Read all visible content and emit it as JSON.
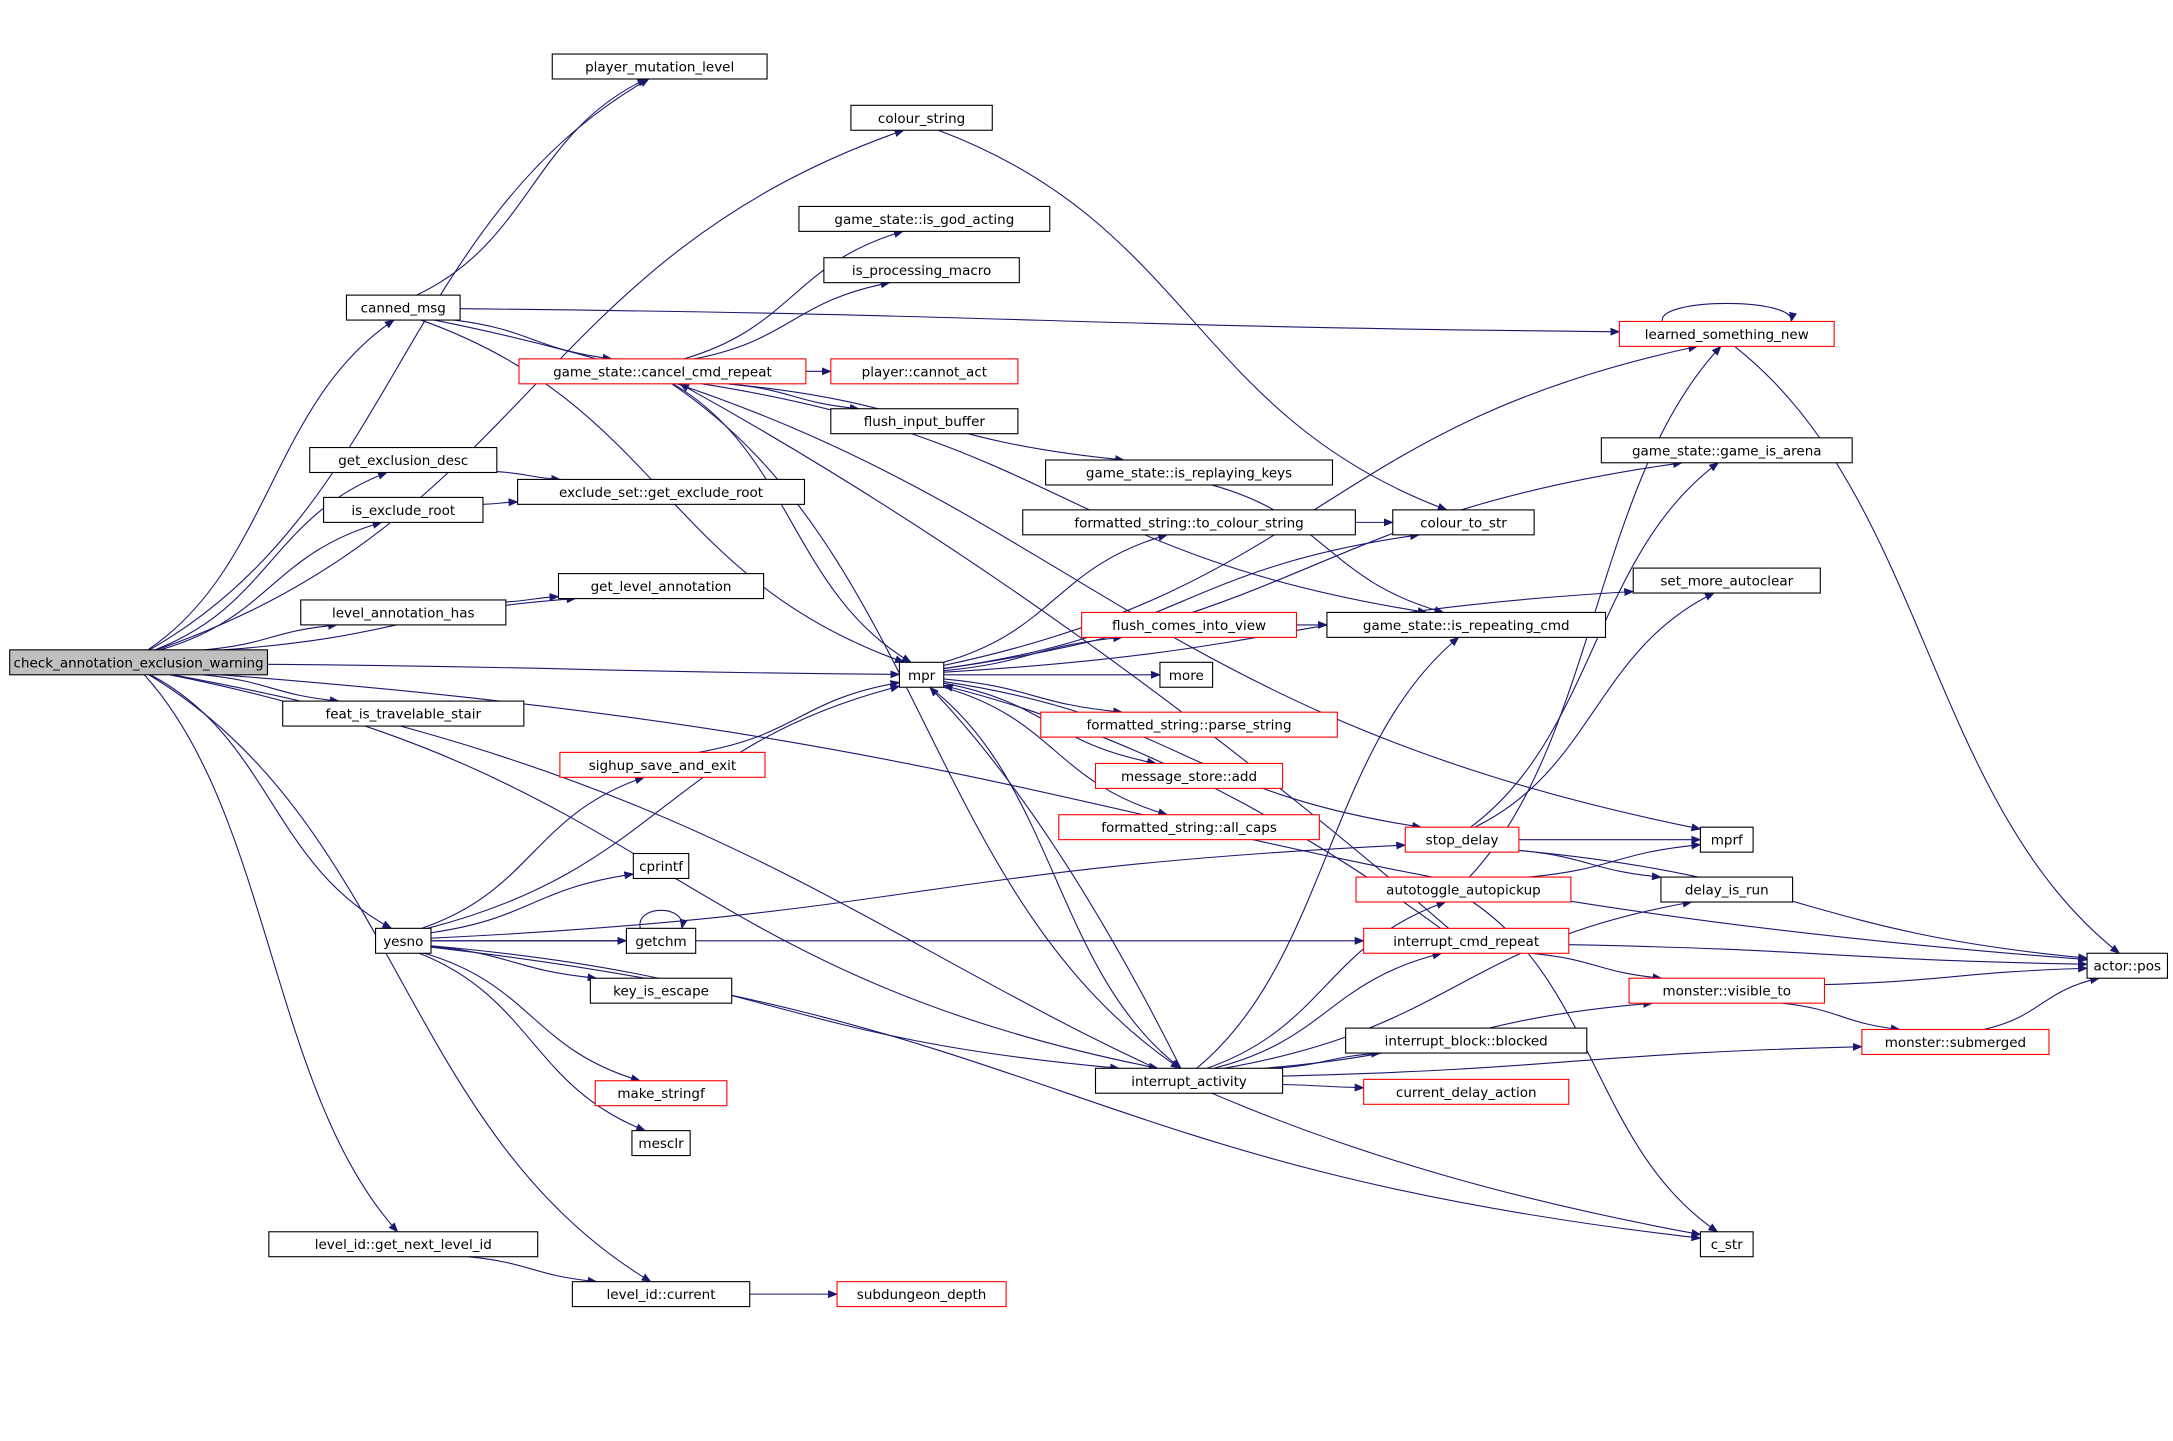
{
  "nodes": {
    "root": {
      "label": "check_annotation_exclusion_warning",
      "kind": "root"
    },
    "player_mutation_level": {
      "label": "player_mutation_level",
      "kind": "normal"
    },
    "colour_string": {
      "label": "colour_string",
      "kind": "normal"
    },
    "is_god_acting": {
      "label": "game_state::is_god_acting",
      "kind": "normal"
    },
    "is_processing_macro": {
      "label": "is_processing_macro",
      "kind": "normal"
    },
    "canned_msg": {
      "label": "canned_msg",
      "kind": "normal"
    },
    "cancel_cmd_repeat": {
      "label": "game_state::cancel_cmd_repeat",
      "kind": "truncated"
    },
    "cannot_act": {
      "label": "player::cannot_act",
      "kind": "truncated"
    },
    "flush_input_buffer": {
      "label": "flush_input_buffer",
      "kind": "normal"
    },
    "learned_something_new": {
      "label": "learned_something_new",
      "kind": "truncated"
    },
    "game_is_arena": {
      "label": "game_state::game_is_arena",
      "kind": "normal"
    },
    "get_exclusion_desc": {
      "label": "get_exclusion_desc",
      "kind": "normal"
    },
    "get_exclude_root": {
      "label": "exclude_set::get_exclude_root",
      "kind": "normal"
    },
    "is_replaying_keys": {
      "label": "game_state::is_replaying_keys",
      "kind": "normal"
    },
    "is_exclude_root": {
      "label": "is_exclude_root",
      "kind": "normal"
    },
    "to_colour_string": {
      "label": "formatted_string::to_colour_string",
      "kind": "normal"
    },
    "colour_to_str": {
      "label": "colour_to_str",
      "kind": "normal"
    },
    "get_level_annotation": {
      "label": "get_level_annotation",
      "kind": "normal"
    },
    "set_more_autoclear": {
      "label": "set_more_autoclear",
      "kind": "normal"
    },
    "level_annotation_has": {
      "label": "level_annotation_has",
      "kind": "normal"
    },
    "flush_comes_into_view": {
      "label": "flush_comes_into_view",
      "kind": "truncated"
    },
    "is_repeating_cmd": {
      "label": "game_state::is_repeating_cmd",
      "kind": "normal"
    },
    "mpr": {
      "label": "mpr",
      "kind": "normal"
    },
    "more": {
      "label": "more",
      "kind": "normal"
    },
    "feat_is_travelable_stair": {
      "label": "feat_is_travelable_stair",
      "kind": "normal"
    },
    "parse_string": {
      "label": "formatted_string::parse_string",
      "kind": "truncated"
    },
    "sighup_save_and_exit": {
      "label": "sighup_save_and_exit",
      "kind": "truncated"
    },
    "message_store_add": {
      "label": "message_store::add",
      "kind": "truncated"
    },
    "all_caps": {
      "label": "formatted_string::all_caps",
      "kind": "truncated"
    },
    "stop_delay": {
      "label": "stop_delay",
      "kind": "truncated"
    },
    "mprf": {
      "label": "mprf",
      "kind": "normal"
    },
    "cprintf": {
      "label": "cprintf",
      "kind": "normal"
    },
    "delay_is_run": {
      "label": "delay_is_run",
      "kind": "normal"
    },
    "autotoggle_autopickup": {
      "label": "autotoggle_autopickup",
      "kind": "truncated"
    },
    "getchm": {
      "label": "getchm",
      "kind": "normal"
    },
    "yesno": {
      "label": "yesno",
      "kind": "normal"
    },
    "interrupt_cmd_repeat": {
      "label": "interrupt_cmd_repeat",
      "kind": "truncated"
    },
    "actor_pos": {
      "label": "actor::pos",
      "kind": "normal"
    },
    "key_is_escape": {
      "label": "key_is_escape",
      "kind": "normal"
    },
    "visible_to": {
      "label": "monster::visible_to",
      "kind": "truncated"
    },
    "interrupt_block_blocked": {
      "label": "interrupt_block::blocked",
      "kind": "normal"
    },
    "submerged": {
      "label": "monster::submerged",
      "kind": "truncated"
    },
    "interrupt_activity": {
      "label": "interrupt_activity",
      "kind": "normal"
    },
    "make_stringf": {
      "label": "make_stringf",
      "kind": "truncated"
    },
    "current_delay_action": {
      "label": "current_delay_action",
      "kind": "truncated"
    },
    "mesclr": {
      "label": "mesclr",
      "kind": "normal"
    },
    "get_next_level_id": {
      "label": "level_id::get_next_level_id",
      "kind": "normal"
    },
    "c_str": {
      "label": "c_str",
      "kind": "normal"
    },
    "level_id_current": {
      "label": "level_id::current",
      "kind": "normal"
    },
    "subdungeon_depth": {
      "label": "subdungeon_depth",
      "kind": "truncated"
    }
  },
  "edges": [
    [
      "root",
      "player_mutation_level"
    ],
    [
      "root",
      "colour_string"
    ],
    [
      "root",
      "canned_msg"
    ],
    [
      "root",
      "get_exclusion_desc"
    ],
    [
      "root",
      "is_exclude_root"
    ],
    [
      "root",
      "get_level_annotation"
    ],
    [
      "root",
      "level_annotation_has"
    ],
    [
      "root",
      "mpr"
    ],
    [
      "root",
      "feat_is_travelable_stair"
    ],
    [
      "root",
      "yesno"
    ],
    [
      "root",
      "interrupt_activity"
    ],
    [
      "root",
      "get_next_level_id"
    ],
    [
      "root",
      "level_id_current"
    ],
    [
      "root",
      "c_str"
    ],
    [
      "root",
      "actor_pos"
    ],
    [
      "canned_msg",
      "player_mutation_level"
    ],
    [
      "canned_msg",
      "learned_something_new"
    ],
    [
      "canned_msg",
      "mprf"
    ],
    [
      "canned_msg",
      "cancel_cmd_repeat"
    ],
    [
      "canned_msg",
      "mpr"
    ],
    [
      "colour_string",
      "colour_to_str"
    ],
    [
      "cancel_cmd_repeat",
      "is_god_acting"
    ],
    [
      "cancel_cmd_repeat",
      "is_processing_macro"
    ],
    [
      "cancel_cmd_repeat",
      "cannot_act"
    ],
    [
      "cancel_cmd_repeat",
      "flush_input_buffer"
    ],
    [
      "cancel_cmd_repeat",
      "is_replaying_keys"
    ],
    [
      "cancel_cmd_repeat",
      "is_repeating_cmd"
    ],
    [
      "cancel_cmd_repeat",
      "mpr"
    ],
    [
      "cancel_cmd_repeat",
      "interrupt_activity"
    ],
    [
      "get_exclusion_desc",
      "get_exclude_root"
    ],
    [
      "is_exclude_root",
      "get_exclude_root"
    ],
    [
      "level_annotation_has",
      "get_level_annotation"
    ],
    [
      "learned_something_new",
      "learned_something_new"
    ],
    [
      "learned_something_new",
      "actor_pos"
    ],
    [
      "is_replaying_keys",
      "is_repeating_cmd"
    ],
    [
      "to_colour_string",
      "colour_to_str"
    ],
    [
      "flush_comes_into_view",
      "is_repeating_cmd"
    ],
    [
      "mpr",
      "learned_something_new"
    ],
    [
      "mpr",
      "game_is_arena"
    ],
    [
      "mpr",
      "set_more_autoclear"
    ],
    [
      "mpr",
      "to_colour_string"
    ],
    [
      "mpr",
      "colour_to_str"
    ],
    [
      "mpr",
      "flush_comes_into_view"
    ],
    [
      "mpr",
      "more"
    ],
    [
      "mpr",
      "parse_string"
    ],
    [
      "mpr",
      "message_store_add"
    ],
    [
      "mpr",
      "all_caps"
    ],
    [
      "mpr",
      "stop_delay"
    ],
    [
      "mpr",
      "interrupt_activity"
    ],
    [
      "stop_delay",
      "game_is_arena"
    ],
    [
      "stop_delay",
      "set_more_autoclear"
    ],
    [
      "stop_delay",
      "mprf"
    ],
    [
      "stop_delay",
      "delay_is_run"
    ],
    [
      "stop_delay",
      "actor_pos"
    ],
    [
      "autotoggle_autopickup",
      "learned_something_new"
    ],
    [
      "autotoggle_autopickup",
      "mprf"
    ],
    [
      "autotoggle_autopickup",
      "c_str"
    ],
    [
      "interrupt_cmd_repeat",
      "cancel_cmd_repeat"
    ],
    [
      "interrupt_cmd_repeat",
      "mpr"
    ],
    [
      "interrupt_cmd_repeat",
      "visible_to"
    ],
    [
      "interrupt_cmd_repeat",
      "actor_pos"
    ],
    [
      "visible_to",
      "actor_pos"
    ],
    [
      "visible_to",
      "submerged"
    ],
    [
      "submerged",
      "actor_pos"
    ],
    [
      "interrupt_activity",
      "mpr"
    ],
    [
      "interrupt_activity",
      "is_repeating_cmd"
    ],
    [
      "interrupt_activity",
      "autotoggle_autopickup"
    ],
    [
      "interrupt_activity",
      "interrupt_cmd_repeat"
    ],
    [
      "interrupt_activity",
      "interrupt_block_blocked"
    ],
    [
      "interrupt_activity",
      "current_delay_action"
    ],
    [
      "interrupt_activity",
      "visible_to"
    ],
    [
      "interrupt_activity",
      "delay_is_run"
    ],
    [
      "interrupt_activity",
      "submerged"
    ],
    [
      "yesno",
      "mpr"
    ],
    [
      "yesno",
      "sighup_save_and_exit"
    ],
    [
      "yesno",
      "stop_delay"
    ],
    [
      "yesno",
      "cprintf"
    ],
    [
      "yesno",
      "getchm"
    ],
    [
      "yesno",
      "key_is_escape"
    ],
    [
      "yesno",
      "interrupt_activity"
    ],
    [
      "yesno",
      "make_stringf"
    ],
    [
      "yesno",
      "mesclr"
    ],
    [
      "yesno",
      "c_str"
    ],
    [
      "yesno",
      "interrupt_cmd_repeat"
    ],
    [
      "sighup_save_and_exit",
      "mpr"
    ],
    [
      "getchm",
      "getchm"
    ],
    [
      "get_next_level_id",
      "level_id_current"
    ],
    [
      "level_id_current",
      "subdungeon_depth"
    ]
  ]
}
